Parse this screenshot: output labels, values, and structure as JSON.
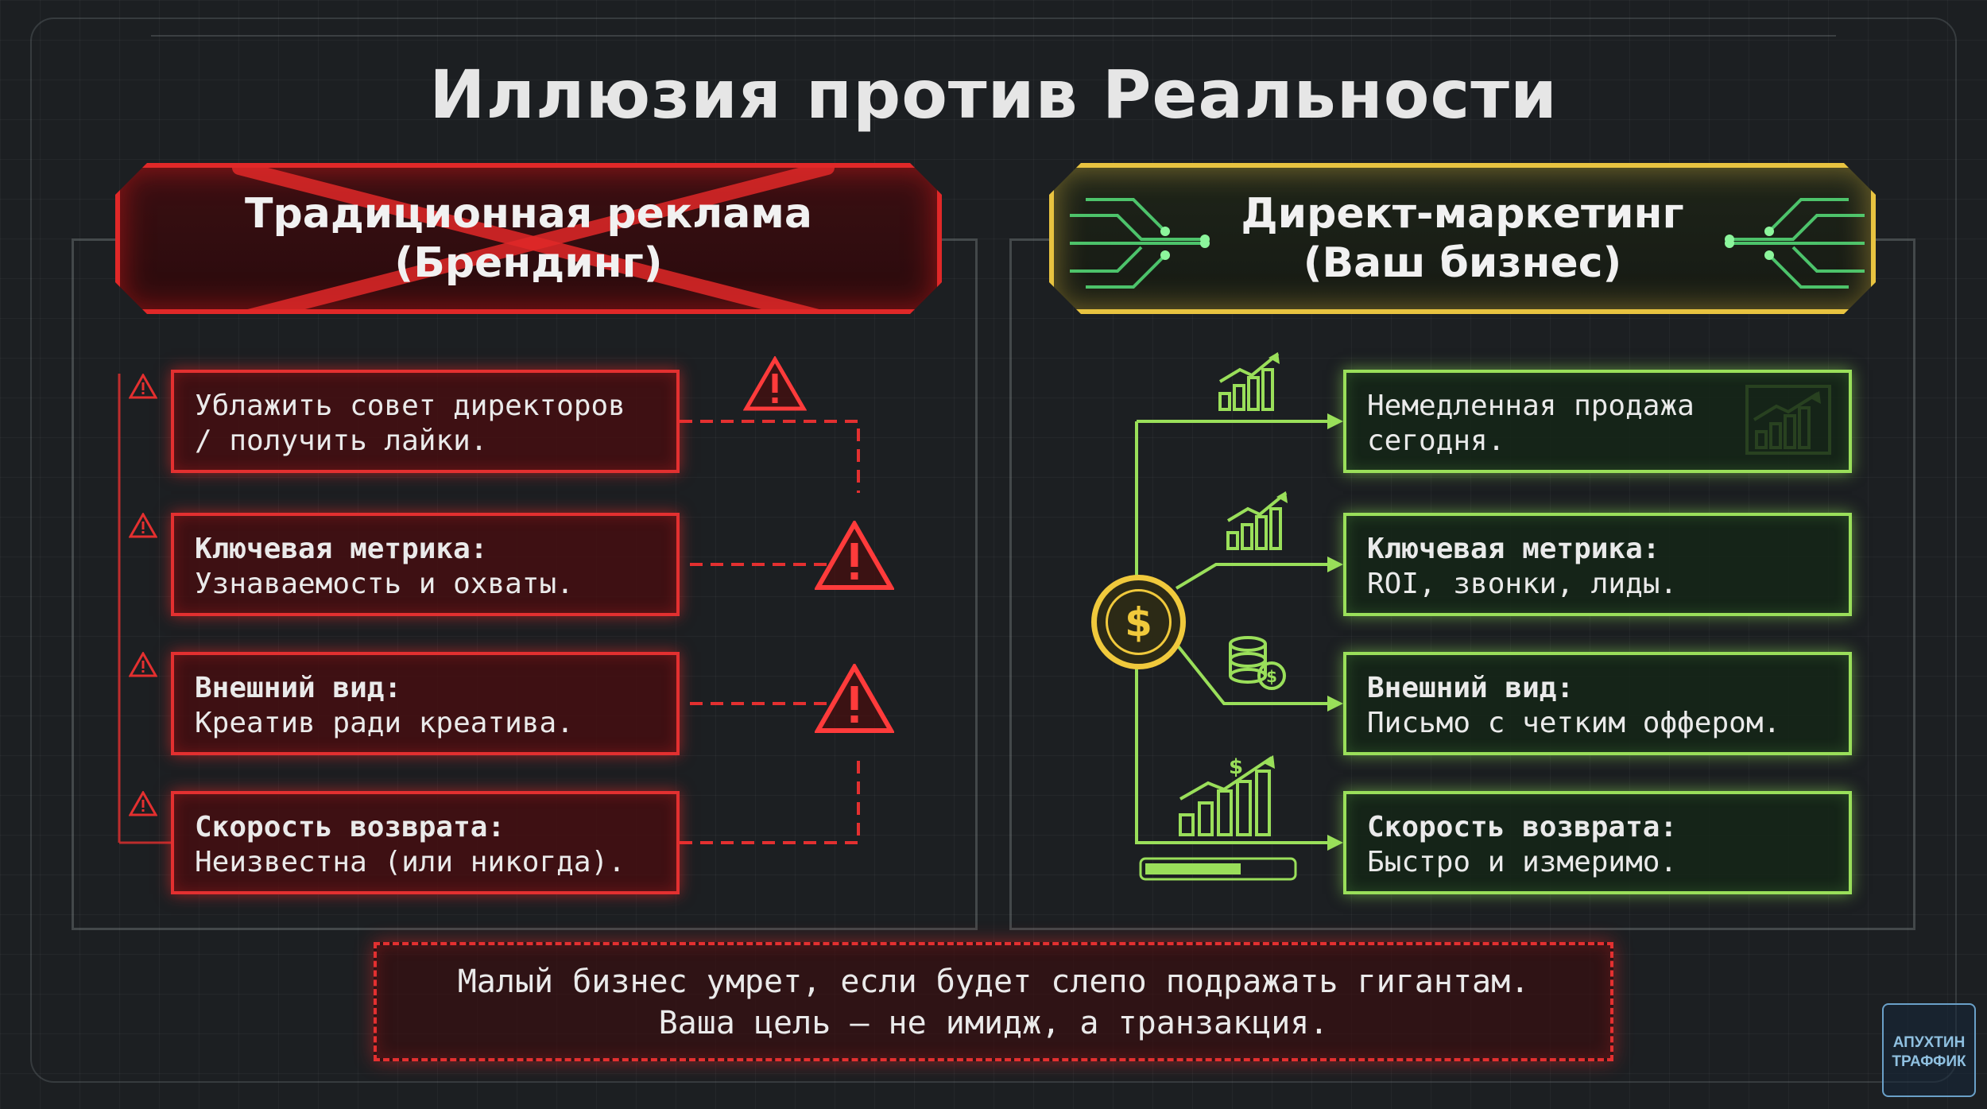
{
  "title": "Иллюзия против Реальности",
  "left": {
    "header_line1": "Традиционная реклама",
    "header_line2": "(Брендинг)",
    "cards": [
      {
        "label": "",
        "text_line1": "Ублажить совет директоров",
        "text_line2": "/ получить лайки."
      },
      {
        "label": "Ключевая метрика:",
        "text": "Узнаваемость и охваты."
      },
      {
        "label": "Внешний вид:",
        "text": "Креатив ради креатива."
      },
      {
        "label": "Скорость возврата:",
        "text": "Неизвестна (или никогда)."
      }
    ]
  },
  "right": {
    "header_line1": "Директ-маркетинг",
    "header_line2": "(Ваш бизнес)",
    "cards": [
      {
        "label": "",
        "text_line1": "Немедленная продажа",
        "text_line2": "сегодня."
      },
      {
        "label": "Ключевая метрика:",
        "text": "ROI, звонки, лиды."
      },
      {
        "label": "Внешний вид:",
        "text": "Письмо с четким оффером."
      },
      {
        "label": "Скорость возврата:",
        "text": "Быстро и измеримо."
      }
    ]
  },
  "footer": {
    "line1": "Малый бизнес умрет, если будет слепо подражать гигантам.",
    "line2": "Ваша цель — не имидж, а транзакция."
  },
  "badge": {
    "line1": "АПУХТИН",
    "line2": "ТРАФФИК"
  },
  "colors": {
    "red": "#e33030",
    "gold": "#e8c340",
    "green": "#9adf5a"
  },
  "icons": [
    "warning-icon",
    "dollar-coin-icon",
    "growth-chart-icon",
    "coins-icon"
  ]
}
